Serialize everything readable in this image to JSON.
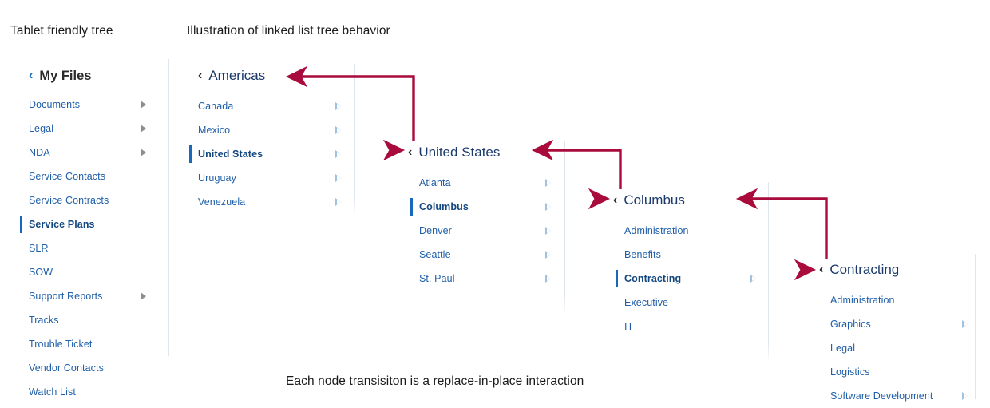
{
  "captions": {
    "left": "Tablet friendly tree",
    "center": "Illustration of linked list tree behavior",
    "bottom": "Each node transisiton is a replace-in-place interaction"
  },
  "colors": {
    "accent_blue": "#1669bb",
    "link_blue": "#1f5fa8",
    "header_navy": "#1b3a6b",
    "arrow_crimson": "#a80b3c",
    "divider": "#dfe5ec",
    "triangle_filled": "#8e8e8e",
    "triangle_outline": "#9fc2e0"
  },
  "icons": {
    "back_chevron": "‹",
    "disclosure_filled": "filled-right-triangle",
    "disclosure_outline": "outline-right-triangle"
  },
  "columns": [
    {
      "id": "my-files",
      "title": "My Files",
      "back_icon": "chevron-left-icon",
      "items": [
        {
          "label": "Documents",
          "disclosure": true,
          "selected": false
        },
        {
          "label": "Legal",
          "disclosure": true,
          "selected": false
        },
        {
          "label": "NDA",
          "disclosure": true,
          "selected": false
        },
        {
          "label": "Service Contacts",
          "disclosure": false,
          "selected": false
        },
        {
          "label": "Service Contracts",
          "disclosure": false,
          "selected": false
        },
        {
          "label": "Service Plans",
          "disclosure": false,
          "selected": true
        },
        {
          "label": "SLR",
          "disclosure": false,
          "selected": false
        },
        {
          "label": "SOW",
          "disclosure": false,
          "selected": false
        },
        {
          "label": "Support Reports",
          "disclosure": true,
          "selected": false
        },
        {
          "label": "Tracks",
          "disclosure": false,
          "selected": false
        },
        {
          "label": "Trouble Ticket",
          "disclosure": false,
          "selected": false
        },
        {
          "label": "Vendor Contacts",
          "disclosure": false,
          "selected": false
        },
        {
          "label": "Watch List",
          "disclosure": false,
          "selected": false
        }
      ]
    },
    {
      "id": "americas",
      "title": "Americas",
      "back_icon": "chevron-left-icon",
      "items": [
        {
          "label": "Canada",
          "disclosure": true,
          "selected": false
        },
        {
          "label": "Mexico",
          "disclosure": true,
          "selected": false
        },
        {
          "label": "United States",
          "disclosure": true,
          "selected": true
        },
        {
          "label": "Uruguay",
          "disclosure": true,
          "selected": false
        },
        {
          "label": "Venezuela",
          "disclosure": true,
          "selected": false
        }
      ]
    },
    {
      "id": "united-states",
      "title": "United States",
      "back_icon": "chevron-left-icon",
      "items": [
        {
          "label": "Atlanta",
          "disclosure": true,
          "selected": false
        },
        {
          "label": "Columbus",
          "disclosure": true,
          "selected": true
        },
        {
          "label": "Denver",
          "disclosure": true,
          "selected": false
        },
        {
          "label": "Seattle",
          "disclosure": true,
          "selected": false
        },
        {
          "label": "St. Paul",
          "disclosure": true,
          "selected": false
        }
      ]
    },
    {
      "id": "columbus",
      "title": "Columbus",
      "back_icon": "chevron-left-icon",
      "items": [
        {
          "label": "Administration",
          "disclosure": false,
          "selected": false
        },
        {
          "label": "Benefits",
          "disclosure": false,
          "selected": false
        },
        {
          "label": "Contracting",
          "disclosure": true,
          "selected": true
        },
        {
          "label": "Executive",
          "disclosure": false,
          "selected": false
        },
        {
          "label": "IT",
          "disclosure": false,
          "selected": false
        }
      ]
    },
    {
      "id": "contracting",
      "title": "Contracting",
      "back_icon": "chevron-left-icon",
      "items": [
        {
          "label": "Administration",
          "disclosure": false,
          "selected": false
        },
        {
          "label": "Graphics",
          "disclosure": true,
          "selected": false
        },
        {
          "label": "Legal",
          "disclosure": false,
          "selected": false
        },
        {
          "label": "Logistics",
          "disclosure": false,
          "selected": false
        },
        {
          "label": "Software Development",
          "disclosure": true,
          "selected": false
        }
      ]
    }
  ]
}
